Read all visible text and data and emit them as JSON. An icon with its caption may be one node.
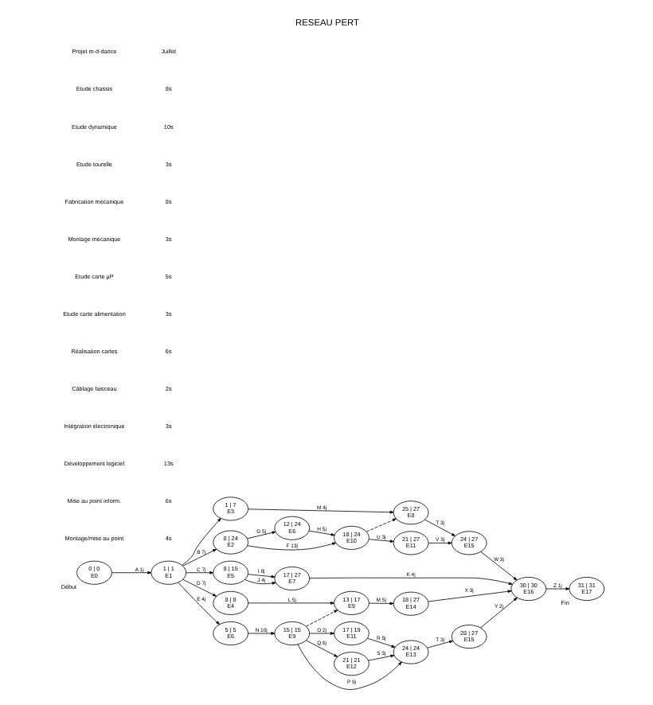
{
  "diagram": {
    "title": "RESEAU PERT",
    "nodes": [
      {
        "text": [
          "0 | 0",
          "E0"
        ],
        "beside": [
          "Début"
        ]
      },
      {
        "text": [
          "1 | 1",
          "E1"
        ]
      },
      {
        "text": [
          "1 | 7",
          "E3"
        ]
      },
      {
        "text": [
          "25 | 27",
          "E8"
        ]
      },
      {
        "text": [
          "8 | 24",
          "E2"
        ]
      },
      {
        "text": [
          "12 | 24",
          "E6"
        ]
      },
      {
        "text": [
          "18 | 24",
          "E10"
        ]
      },
      {
        "text": [
          "21 | 27",
          "E11"
        ]
      },
      {
        "text": [
          "24 | 27",
          "E15"
        ]
      },
      {
        "text": [
          "8 | 15",
          "E5"
        ]
      },
      {
        "text": [
          "17 | 27",
          "E7"
        ]
      },
      {
        "text": [
          "8 | 8",
          "E4"
        ]
      },
      {
        "text": [
          "13 | 17",
          "E9"
        ]
      },
      {
        "text": [
          "18 | 27",
          "E14"
        ]
      },
      {
        "text": [
          "5 | 5",
          "E6"
        ]
      },
      {
        "text": [
          "15 | 15",
          "E9"
        ]
      },
      {
        "text": [
          "17 | 19",
          "E11"
        ]
      },
      {
        "text": [
          "21 | 21",
          "E12"
        ]
      },
      {
        "text": [
          "24 | 24",
          "E13"
        ]
      },
      {
        "text": [
          "28 | 27",
          "E15"
        ]
      },
      {
        "text": [
          "30 | 30",
          "E16"
        ]
      },
      {
        "text": [
          "31 | 31",
          "E17"
        ],
        "beside": [
          "Fin"
        ]
      }
    ],
    "edges": [
      {
        "from": 0,
        "to": 1,
        "arrow": "to",
        "label": "A 1j"
      },
      {
        "from": 1,
        "to": 2,
        "arrow": "to"
      },
      {
        "from": 2,
        "to": 3,
        "arrow": "to",
        "label": "M 4j"
      },
      {
        "from": 3,
        "to": 8,
        "arrow": "to",
        "label": "T 3j"
      },
      {
        "from": 1,
        "to": 4,
        "arrow": "to",
        "label": "B 7j"
      },
      {
        "from": 4,
        "to": 5,
        "arrow": "to",
        "label": "G 5j"
      },
      {
        "from": 5,
        "to": 6,
        "arrow": "to",
        "label": "H 5j"
      },
      {
        "from": 4,
        "to": 6,
        "arrow": "to",
        "label": "F 13j"
      },
      {
        "from": 6,
        "to": 3,
        "arrow": "to",
        "style": "dashed"
      },
      {
        "from": 6,
        "to": 7,
        "arrow": "to",
        "label": "U 3j"
      },
      {
        "from": 7,
        "to": 8,
        "arrow": "to",
        "label": "V 3j"
      },
      {
        "from": 8,
        "to": 20,
        "arrow": "to",
        "label": "W 3j"
      },
      {
        "from": 1,
        "to": 9,
        "arrow": "to",
        "label": "C 7j"
      },
      {
        "from": 9,
        "to": 10,
        "arrow": "to",
        "label": "I 8j"
      },
      {
        "from": 9,
        "to": 10,
        "arrow": "to",
        "label": "J 4j"
      },
      {
        "from": 10,
        "to": 20,
        "arrow": "to",
        "label": "K 4j"
      },
      {
        "from": 1,
        "to": 11,
        "arrow": "to",
        "label": "D 7j"
      },
      {
        "from": 11,
        "to": 12,
        "arrow": "to",
        "label": "L 5j"
      },
      {
        "from": 12,
        "to": 13,
        "arrow": "to",
        "label": "M 5j"
      },
      {
        "from": 13,
        "to": 20,
        "arrow": "to",
        "label": "X 3j"
      },
      {
        "from": 15,
        "to": 12,
        "arrow": "to",
        "style": "dashed"
      },
      {
        "from": 1,
        "to": 14,
        "arrow": "to",
        "label": "E 4j"
      },
      {
        "from": 14,
        "to": 15,
        "arrow": "to",
        "label": "N 10j"
      },
      {
        "from": 15,
        "to": 16,
        "arrow": "to",
        "label": "O 2j"
      },
      {
        "from": 15,
        "to": 18,
        "arrow": "to",
        "label": "P 9j"
      },
      {
        "from": 15,
        "to": 17,
        "arrow": "to",
        "label": "Q 6j"
      },
      {
        "from": 16,
        "to": 18,
        "arrow": "to",
        "label": "R 5j"
      },
      {
        "from": 17,
        "to": 18,
        "arrow": "to",
        "label": "S 3j"
      },
      {
        "from": 18,
        "to": 19,
        "arrow": "to",
        "label": "T 3j"
      },
      {
        "from": 19,
        "to": 20,
        "arrow": "to",
        "label": "Y 2j"
      },
      {
        "from": 20,
        "to": 21,
        "arrow": "to",
        "label": "Z 1j"
      }
    ],
    "labels": [
      "Projet m-d-dance",
      "Juillet",
      "Etude chassis",
      "8s",
      "Etude dynamique",
      "10s",
      "Etude tourelle",
      "3s",
      "Fabrication mécanique",
      "8s",
      "Montage mécanique",
      "3s",
      "Etude carte µP",
      "5s",
      "Etude carte alimentation",
      "3s",
      "Réalisation cartes",
      "6s",
      "Câblage faisceau",
      "2s",
      "Intégration électronique",
      "3s",
      "Développement logiciel",
      "13s",
      "Mise au point inform.",
      "6s",
      "Montage/mise au point",
      "4s"
    ]
  }
}
